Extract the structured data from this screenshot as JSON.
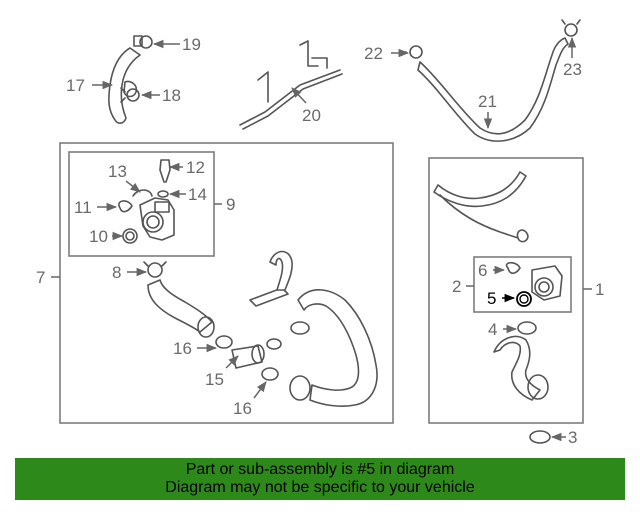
{
  "callouts": {
    "c1": "1",
    "c2": "2",
    "c3": "3",
    "c4": "4",
    "c5": "5",
    "c6": "6",
    "c7": "7",
    "c8": "8",
    "c9": "9",
    "c10": "10",
    "c11": "11",
    "c12": "12",
    "c13": "13",
    "c14": "14",
    "c15": "15",
    "c16a": "16",
    "c16b": "16",
    "c17": "17",
    "c18": "18",
    "c19": "19",
    "c20": "20",
    "c21": "21",
    "c22": "22",
    "c23": "23"
  },
  "highlight_part": "5",
  "colors": {
    "banner": "#2d8a1a",
    "highlight": "#000000",
    "lines": "#666666"
  },
  "banner": {
    "line1": "Part or sub-assembly is #5 in diagram",
    "line2": "Diagram may not be specific to your vehicle"
  }
}
